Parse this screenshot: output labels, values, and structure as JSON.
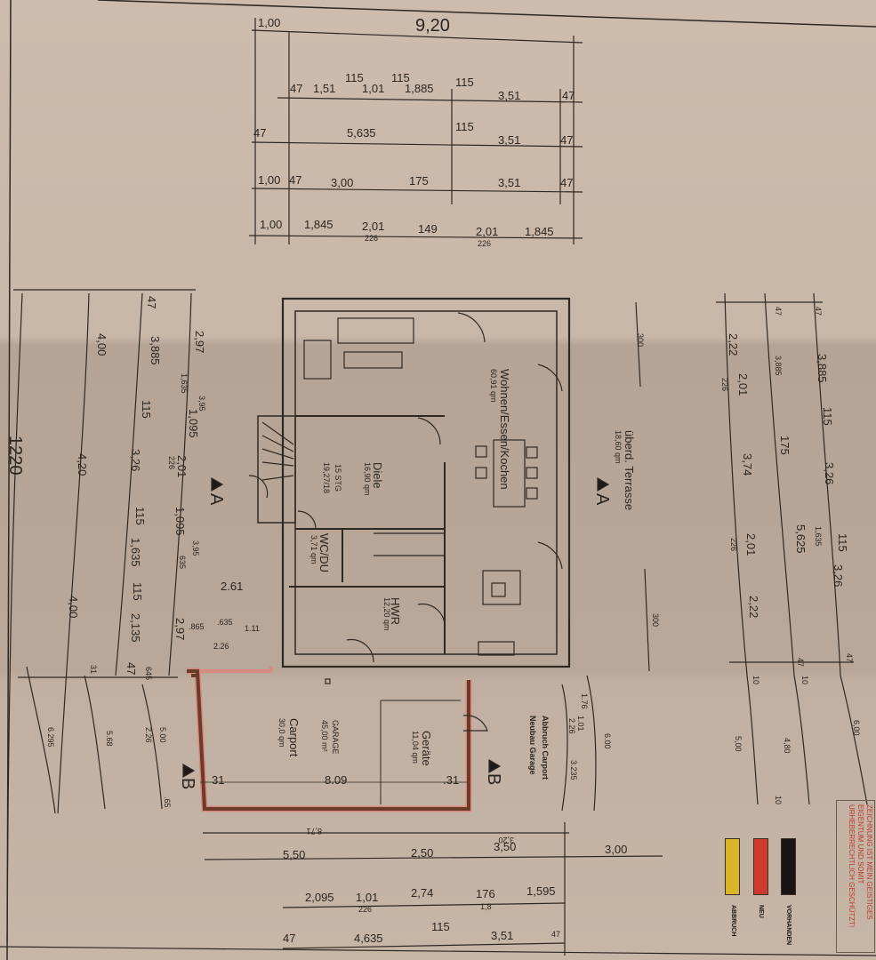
{
  "drawing": {
    "type": "floor_plan",
    "orientation": "rotated 90deg",
    "overall_width_top": "9,20",
    "overall_length_left": "1220"
  },
  "rooms": [
    {
      "name": "Wohnen/Essen/Kochen",
      "area": "60,91 qm"
    },
    {
      "name": "Diele",
      "area": "16,90 qm"
    },
    {
      "name": "WC/DU",
      "area": "3,71 qm"
    },
    {
      "name": "HWR",
      "area": "12,20 qm"
    },
    {
      "name": "überd. Terrasse",
      "area": "18,60 qm"
    },
    {
      "name": "Carport",
      "area": "30,0 qm"
    },
    {
      "name": "GARAGE",
      "area": "45,00 m²"
    },
    {
      "name": "Geräte",
      "area": "11,04 qm"
    }
  ],
  "stair": {
    "steps": "15 STG",
    "rise_run": "19,27/18"
  },
  "annotations": {
    "section_a": "A",
    "section_b": "B",
    "demolition_note": "Abbruch Carport",
    "new_note": "Neubau Garage"
  },
  "dimensions_top": {
    "row0": [
      "1,00",
      "9,20"
    ],
    "row1": [
      "47",
      "1,51",
      "115",
      "1,01",
      "115",
      "1,885",
      "115",
      "3,51",
      "47"
    ],
    "row2": [
      "47",
      "5,635",
      "115",
      "3,51",
      "47"
    ],
    "row3": [
      "1,00",
      "47",
      "3,00",
      "175",
      "3,51",
      "47"
    ],
    "row4": [
      "1,00",
      "1,845",
      "2,01",
      "226",
      "149",
      "2,01",
      "226",
      "1,845"
    ]
  },
  "dimensions_left": {
    "outer": [
      "4,00",
      "4,20",
      "4,00",
      "1220"
    ],
    "row2": [
      "47",
      "3,885",
      "115",
      "3,26",
      "115",
      "1,635",
      "115",
      "2,135",
      "47"
    ],
    "row3": [
      "2,97",
      "1,635",
      "3,95",
      "1,095",
      "2,01",
      "226",
      "1,095",
      "3,95",
      "635",
      "2,97"
    ],
    "interior": [
      "2.61",
      ".865",
      ".635",
      "1.11",
      "2.26"
    ],
    "lower": [
      "6.295",
      "5.68",
      "31",
      "5.00",
      "2.26",
      "645",
      ".65"
    ]
  },
  "dimensions_right": {
    "row1": [
      "47",
      "3,885",
      "115",
      "3,26",
      "1,635",
      "115",
      "3,26",
      "47",
      "6,00"
    ],
    "row2": [
      "47",
      "3,885",
      "175",
      "5,625",
      "47",
      "10",
      "4,80",
      "10"
    ],
    "row3": [
      "2,22",
      "2,01",
      "226",
      "3,74",
      "2,01",
      "226",
      "2,22",
      "10",
      "5,00"
    ],
    "terrace": [
      "300",
      "300"
    ],
    "garage": [
      "1.76",
      "1.01",
      "2.26",
      "3.235",
      "6.00"
    ]
  },
  "dimensions_garage": {
    "inner": [
      "31",
      "8.09",
      ".31"
    ]
  },
  "dimensions_bottom": {
    "row0": [
      "8,71",
      "3,20"
    ],
    "row1": [
      "5,50",
      "2,50",
      "3,50",
      "3,00"
    ],
    "row2": [
      "2,095",
      "1,01",
      "226",
      "2,74",
      "176",
      "1,8",
      "1,595"
    ],
    "row3": [
      "47",
      "4,635",
      "115",
      "3,51",
      "47"
    ]
  },
  "legend": {
    "items": [
      {
        "label": "ABBRUCH",
        "color": "#d9b52a"
      },
      {
        "label": "NEU",
        "color": "#d03a2e"
      },
      {
        "label": "VORHANDEN",
        "color": "#1a1512"
      }
    ]
  },
  "notice": {
    "line1": "ZEICHNUNG IST MEIN GEISTIGES",
    "line2": "EIGENTUM UND SOMIT",
    "line3": "URHEBERRECHTLICH GESCHÜTZT!"
  },
  "colors": {
    "paper": "#c9b9a9",
    "ink": "#2a2521",
    "new_wall": "#6b3b2a",
    "new_outline": "#d98a80"
  }
}
